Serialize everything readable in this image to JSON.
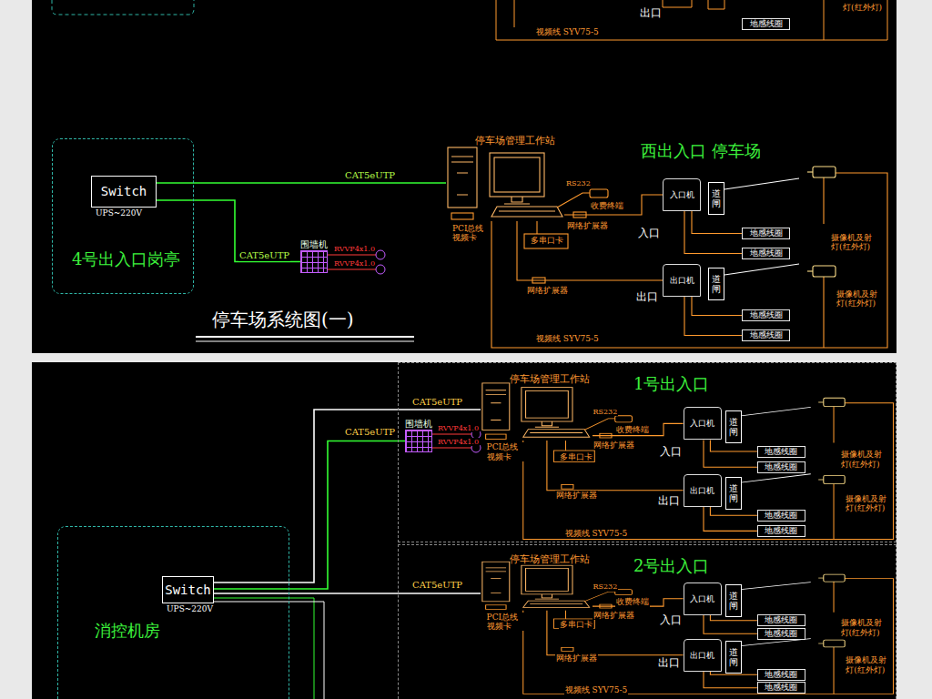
{
  "diagram": {
    "title": "停车场系统图(一)",
    "nodes": [
      {
        "text": [
          "地感线圈"
        ]
      },
      {
        "text": [
          "4号出入口岗亭"
        ]
      },
      {
        "text": [
          "Switch",
          "UPS~220V"
        ],
        "in": 1
      },
      {
        "text": [
          "围墙机"
        ]
      },
      {
        "text": [
          "停车场管理工作站"
        ]
      },
      {
        "text": [
          "入口机"
        ]
      },
      {
        "text": [
          "道闸"
        ]
      },
      {
        "text": [
          "地感线圈"
        ]
      },
      {
        "text": [
          "地感线圈"
        ]
      },
      {
        "text": [
          "出口机"
        ]
      },
      {
        "text": [
          "道闸"
        ]
      },
      {
        "text": [
          "地感线圈"
        ]
      },
      {
        "text": [
          "地感线圈"
        ]
      },
      {
        "text": [
          "消控机房"
        ]
      },
      {
        "text": [
          "Switch",
          "UPS~220V"
        ],
        "in": 13
      },
      {
        "text": [
          "1号出入口"
        ]
      },
      {
        "text": [
          "围墙机"
        ],
        "in": 15
      },
      {
        "text": [
          "停车场管理工作站"
        ],
        "in": 15
      },
      {
        "text": [
          "入口机"
        ],
        "in": 15
      },
      {
        "text": [
          "道闸"
        ],
        "in": 15
      },
      {
        "text": [
          "地感线圈"
        ],
        "in": 15
      },
      {
        "text": [
          "地感线圈"
        ],
        "in": 15
      },
      {
        "text": [
          "出口机"
        ],
        "in": 15
      },
      {
        "text": [
          "道闸"
        ],
        "in": 15
      },
      {
        "text": [
          "地感线圈"
        ],
        "in": 15
      },
      {
        "text": [
          "地感线圈"
        ],
        "in": 15
      },
      {
        "text": [
          "2号出入口"
        ]
      },
      {
        "text": [
          "停车场管理工作站"
        ],
        "in": 26
      },
      {
        "text": [
          "入口机"
        ],
        "in": 26
      },
      {
        "text": [
          "道闸"
        ],
        "in": 26
      },
      {
        "text": [
          "地感线圈"
        ],
        "in": 26
      },
      {
        "text": [
          "地感线圈"
        ],
        "in": 26
      },
      {
        "text": [
          "出口机"
        ],
        "in": 26
      },
      {
        "text": [
          "道闸"
        ],
        "in": 26
      },
      {
        "text": [
          "地感线圈"
        ],
        "in": 26
      },
      {
        "text": [
          "地感线圈"
        ],
        "in": 26
      }
    ],
    "edges": [
      {
        "from": 2,
        "to": 4,
        "label": "CAT5eUTP",
        "arrow": "none"
      },
      {
        "from": 2,
        "to": 3,
        "label": "CAT5eUTP",
        "arrow": "none"
      },
      {
        "from": 4,
        "to": 5,
        "arrow": "none"
      },
      {
        "from": 4,
        "to": 9,
        "arrow": "none"
      },
      {
        "from": 5,
        "to": 7,
        "arrow": "none"
      },
      {
        "from": 5,
        "to": 8,
        "arrow": "none"
      },
      {
        "from": 9,
        "to": 11,
        "arrow": "none"
      },
      {
        "from": 9,
        "to": 12,
        "arrow": "none"
      },
      {
        "from": 14,
        "to": 17,
        "label": "CAT5eUTP",
        "arrow": "none"
      },
      {
        "from": 14,
        "to": 16,
        "label": "CAT5eUTP",
        "arrow": "none"
      },
      {
        "from": 14,
        "to": 27,
        "label": "CAT5eUTP",
        "arrow": "none"
      },
      {
        "from": 17,
        "to": 18,
        "arrow": "none"
      },
      {
        "from": 17,
        "to": 22,
        "arrow": "none"
      },
      {
        "from": 18,
        "to": 20,
        "arrow": "none"
      },
      {
        "from": 18,
        "to": 21,
        "arrow": "none"
      },
      {
        "from": 22,
        "to": 24,
        "arrow": "none"
      },
      {
        "from": 22,
        "to": 25,
        "arrow": "none"
      },
      {
        "from": 27,
        "to": 28,
        "arrow": "none"
      },
      {
        "from": 27,
        "to": 32,
        "arrow": "none"
      },
      {
        "from": 28,
        "to": 30,
        "arrow": "none"
      },
      {
        "from": 28,
        "to": 31,
        "arrow": "none"
      },
      {
        "from": 32,
        "to": 34,
        "arrow": "none"
      },
      {
        "from": 32,
        "to": 35,
        "arrow": "none"
      }
    ],
    "labels": [
      "视频线 SYV75-5",
      "出口",
      "灯(红外灯)",
      "RVVP4x1.0",
      "RVVP4x1.0",
      "西出入口 停车场",
      "收费终端",
      "RS232",
      "PCI总线视频卡",
      "多串口卡",
      "网络扩展器",
      "入口",
      "网络扩展器",
      "出口",
      "视频线 SYV75-5",
      "摄像机及射灯(红外灯)",
      "摄像机及射灯(红外灯)",
      "RVVP4x1.0",
      "RVVP4x1.0",
      "收费终端",
      "RS232",
      "PCI总线视频卡",
      "多串口卡",
      "网络扩展器",
      "入口",
      "网络扩展器",
      "出口",
      "视频线 SYV75-5",
      "摄像机及射灯(红外灯)",
      "摄像机及射灯(红外灯)",
      "收费终端",
      "RS232",
      "PCI总线视频卡",
      "多串口卡",
      "网络扩展器",
      "入口",
      "网络扩展器",
      "出口",
      "视频线 SYV75-5",
      "摄像机及射灯(红外灯)",
      "摄像机及射灯(红外灯)"
    ]
  }
}
